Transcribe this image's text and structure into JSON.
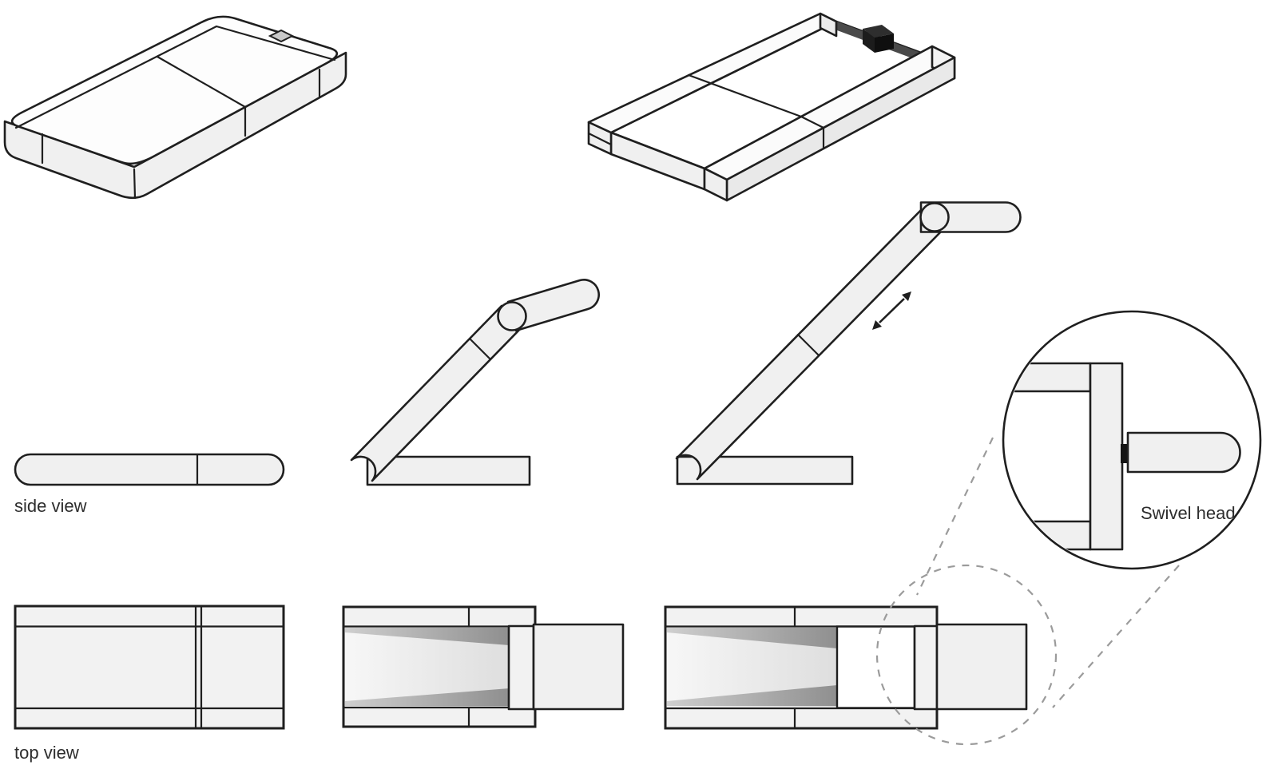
{
  "diagram": {
    "labels": {
      "side_view": "side view",
      "top_view": "top view",
      "swivel_head": "Swivel head"
    },
    "colors": {
      "background": "#ffffff",
      "line": "#1f1f1f",
      "fill_light": "#f0f0f0",
      "fill_top_face": "#fdfdfd",
      "side_shade": "#e9e9e9",
      "recess_wedge_dark": "#979797",
      "recess_gradient_light": "#f7f7f7",
      "dark_strip": "#4a4a4a",
      "connector_black": "#141414",
      "callout_dash": "#9b9b9b",
      "label_text": "#2d2d2d"
    }
  }
}
